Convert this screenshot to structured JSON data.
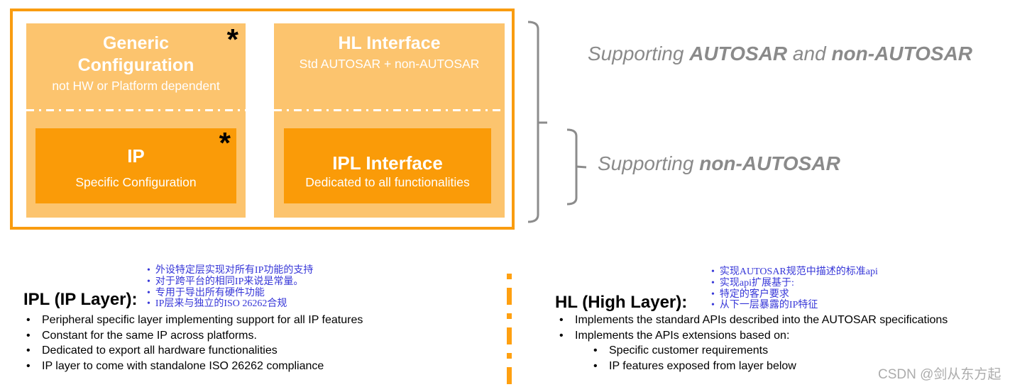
{
  "glyphs": {
    "bullet": "•",
    "asterisk": "*"
  },
  "colors": {
    "panel_light": "#FCC46E",
    "panel_dark": "#FA9B08",
    "outline_orange": "#F99C10",
    "brace_gray": "#8C8C8C",
    "annotation_gray": "#8A8A8A",
    "blue_text": "#3737D8",
    "divider_orange": "#FFA010",
    "watermark_gray": "#ACACAC"
  },
  "diagram": {
    "generic_box": {
      "title": "Generic Configuration",
      "subtitle": "not HW or Platform dependent"
    },
    "hl_box": {
      "title": "HL Interface",
      "subtitle": "Std AUTOSAR + non-AUTOSAR"
    },
    "ip_box": {
      "title": "IP",
      "subtitle": "Specific Configuration"
    },
    "ipl_box": {
      "title": "IPL Interface",
      "subtitle": "Dedicated to all functionalities"
    }
  },
  "annotations": {
    "top": {
      "t1": "Supporting ",
      "t2": "AUTOSAR",
      "t3": " and ",
      "t4": "non-AUTOSAR"
    },
    "bottom": {
      "t1": "Supporting ",
      "t2": "non-AUTOSAR"
    }
  },
  "ipl_section": {
    "heading": "IPL (IP Layer):",
    "cn_bullets": [
      "外设特定层实现对所有IP功能的支持",
      "对于跨平台的相同IP来说是常量。",
      "专用于导出所有硬件功能",
      "IP层来与独立的ISO 26262合规"
    ],
    "en_bullets": [
      "Peripheral specific layer implementing support for all IP features",
      "Constant for the same IP across platforms.",
      "Dedicated to export all hardware functionalities",
      "IP layer to come with standalone ISO 26262 compliance"
    ]
  },
  "hl_section": {
    "heading": "HL (High Layer):",
    "cn_bullets": [
      "实现AUTOSAR规范中描述的标准api",
      "实现api扩展基于:",
      "特定的客户要求",
      "从下一层暴露的IP特征"
    ],
    "en_bullets": [
      "Implements the standard APIs described into the AUTOSAR specifications",
      "Implements the APIs extensions based on:"
    ],
    "en_sub_bullets": [
      "Specific customer requirements",
      "IP features exposed from layer below"
    ]
  },
  "watermark": "CSDN @剑从东方起"
}
